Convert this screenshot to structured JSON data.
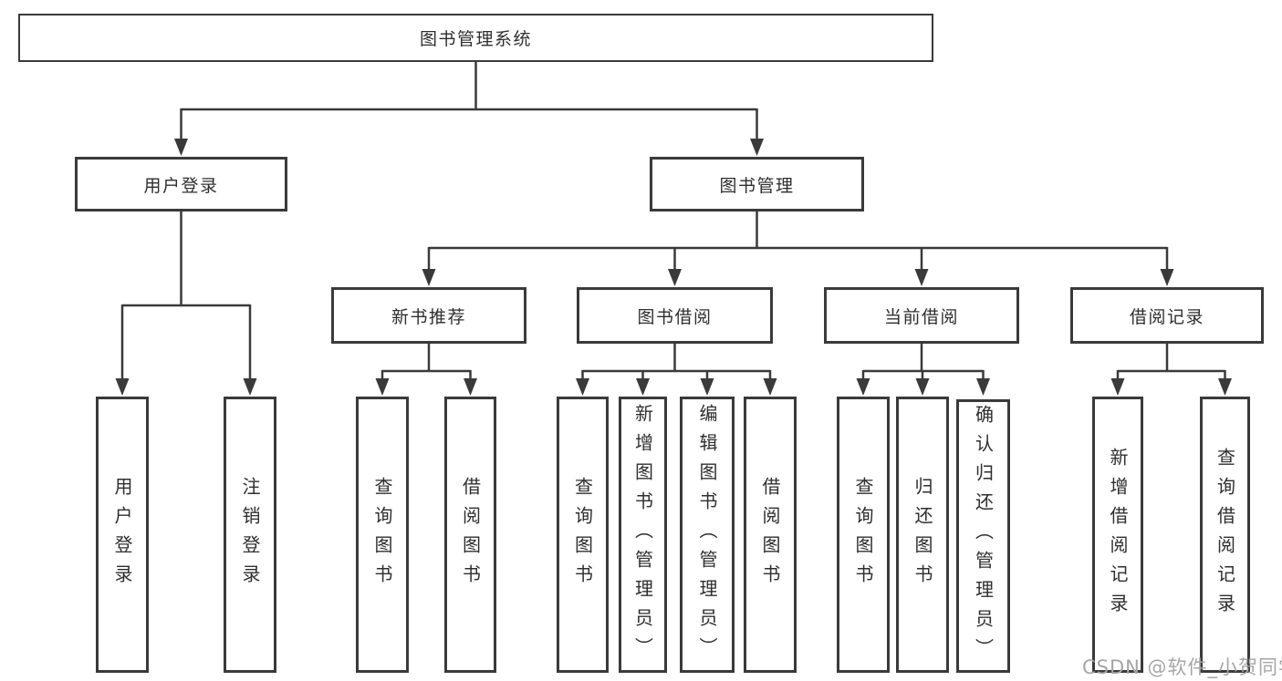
{
  "root": {
    "label": "图书管理系统"
  },
  "branches": [
    {
      "label": "用户登录",
      "leaves": [
        {
          "label": "用户登录"
        },
        {
          "label": "注销登录"
        }
      ]
    },
    {
      "label": "图书管理",
      "sections": [
        {
          "label": "新书推荐",
          "leaves": [
            {
              "label": "查询图书"
            },
            {
              "label": "借阅图书"
            }
          ]
        },
        {
          "label": "图书借阅",
          "leaves": [
            {
              "label": "查询图书"
            },
            {
              "label": "新增图书（管理员）"
            },
            {
              "label": "编辑图书（管理员）"
            },
            {
              "label": "借阅图书"
            }
          ]
        },
        {
          "label": "当前借阅",
          "leaves": [
            {
              "label": "查询图书"
            },
            {
              "label": "归还图书"
            },
            {
              "label": "确认归还（管理员）"
            }
          ]
        },
        {
          "label": "借阅记录",
          "leaves": [
            {
              "label": "新增借阅记录"
            },
            {
              "label": "查询借阅记录"
            }
          ]
        }
      ]
    }
  ],
  "watermark": {
    "text": "CSDN @软件_小贺同学"
  },
  "colors": {
    "line": "#3a3a3a",
    "text": "#2e2e2e",
    "watermark": "#a6a6a6",
    "background": "#ffffff"
  }
}
